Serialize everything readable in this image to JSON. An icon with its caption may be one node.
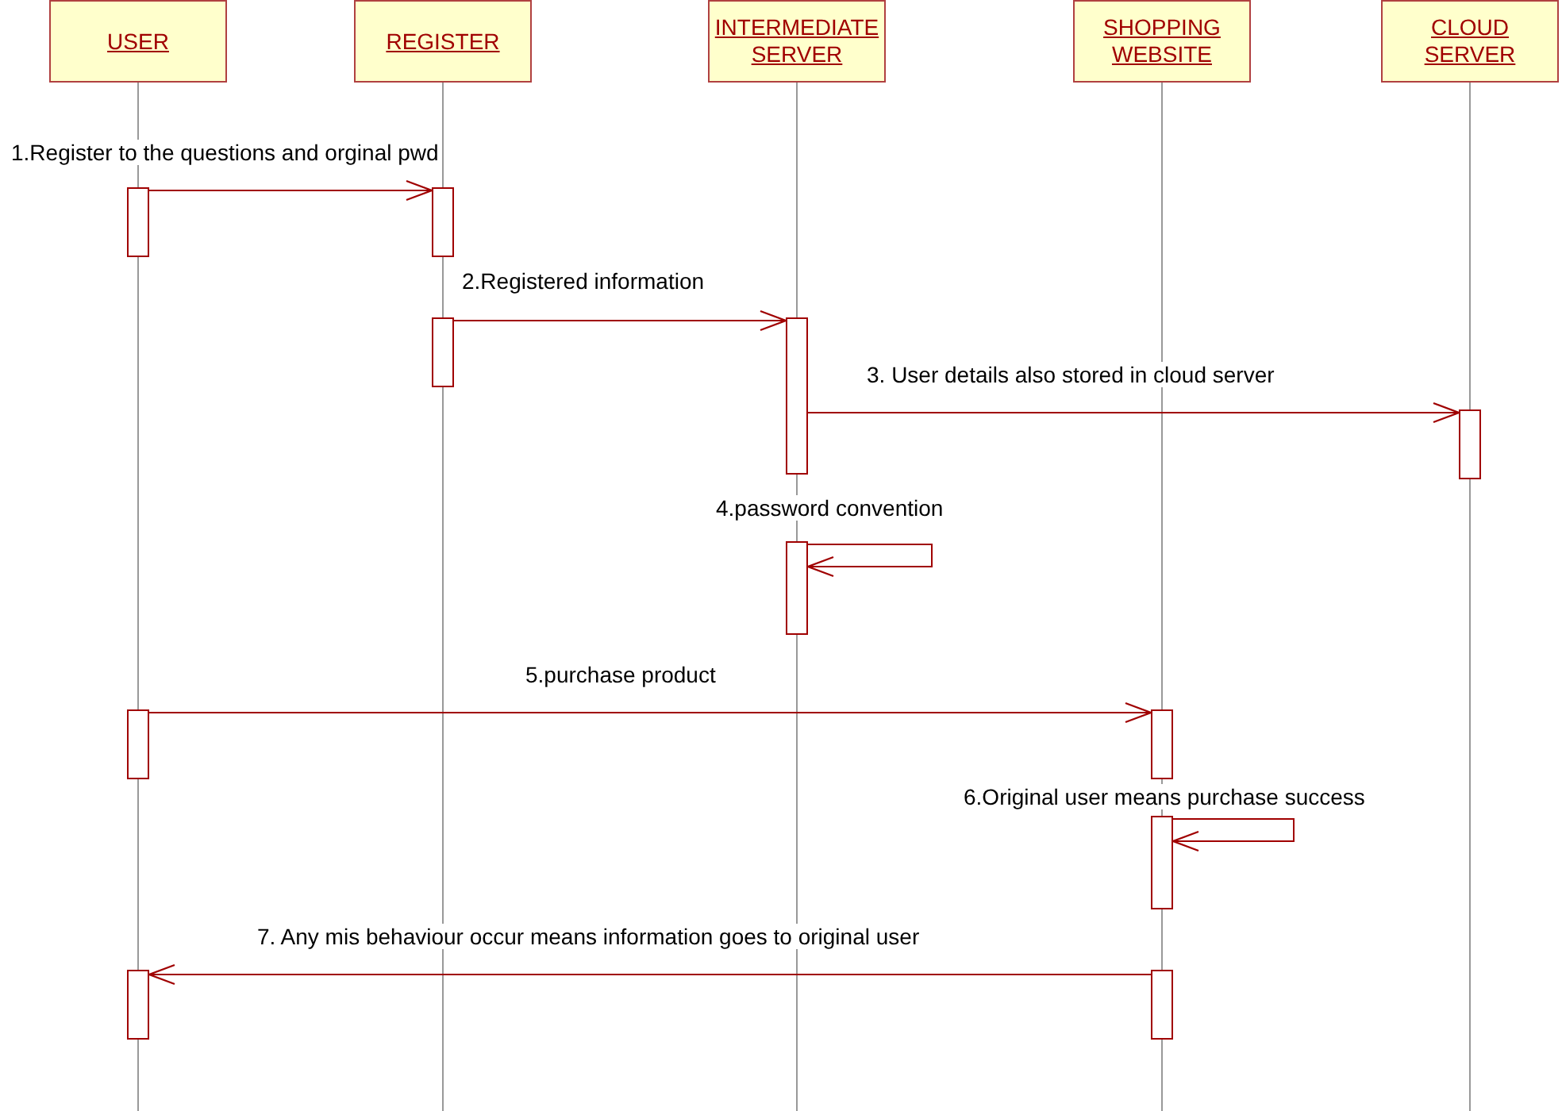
{
  "diagram": {
    "nodes": [
      {
        "text": [
          "USER"
        ]
      },
      {
        "text": [
          "REGISTER"
        ]
      },
      {
        "text": [
          "INTERMEDIATE SERVER"
        ]
      },
      {
        "text": [
          "SHOPPING WEBSITE"
        ]
      },
      {
        "text": [
          "CLOUD SERVER"
        ]
      },
      {
        "text": [],
        "shape": "bar"
      },
      {
        "text": [],
        "shape": "bar"
      },
      {
        "text": [],
        "shape": "bar"
      },
      {
        "text": [],
        "shape": "bar"
      },
      {
        "text": [],
        "shape": "bar"
      },
      {
        "text": [],
        "shape": "bar"
      },
      {
        "text": [],
        "shape": "bar"
      },
      {
        "text": [],
        "shape": "bar"
      },
      {
        "text": [],
        "shape": "bar"
      },
      {
        "text": [],
        "shape": "bar"
      },
      {
        "text": [],
        "shape": "bar"
      }
    ],
    "edges": [
      {
        "from": 5,
        "to": 6,
        "arrow": "to",
        "label": "1.Register to the questions and orginal pwd"
      },
      {
        "from": 7,
        "to": 8,
        "arrow": "to",
        "label": "2.Registered information"
      },
      {
        "from": 8,
        "to": 9,
        "arrow": "to",
        "label": "3. User details also stored in cloud server"
      },
      {
        "from": 10,
        "to": 10,
        "arrow": "to",
        "label": "4.password convention"
      },
      {
        "from": 11,
        "to": 12,
        "arrow": "to",
        "label": "5.purchase product"
      },
      {
        "from": 13,
        "to": 13,
        "arrow": "to",
        "label": "6.Original user means purchase success"
      },
      {
        "from": 15,
        "to": 14,
        "arrow": "to",
        "label": "7. Any mis behaviour occur means information goes to original user"
      }
    ]
  }
}
